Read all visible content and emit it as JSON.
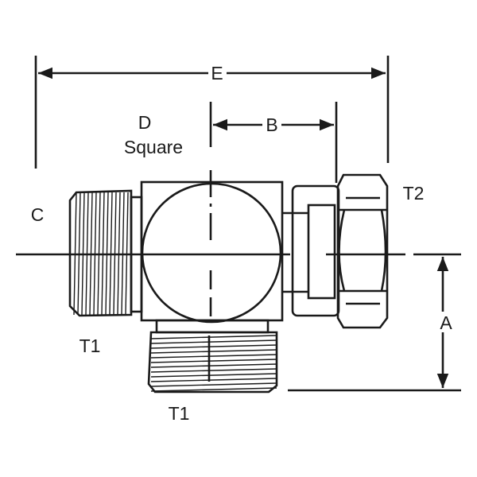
{
  "diagram": {
    "labels": {
      "E": "E",
      "B": "B",
      "D_line1": "D",
      "D_line2": "Square",
      "C": "C",
      "T2": "T2",
      "T1_side": "T1",
      "T1_bottom": "T1",
      "A": "A"
    },
    "colors": {
      "ink": "#1a1a1a",
      "background": "#ffffff"
    }
  }
}
